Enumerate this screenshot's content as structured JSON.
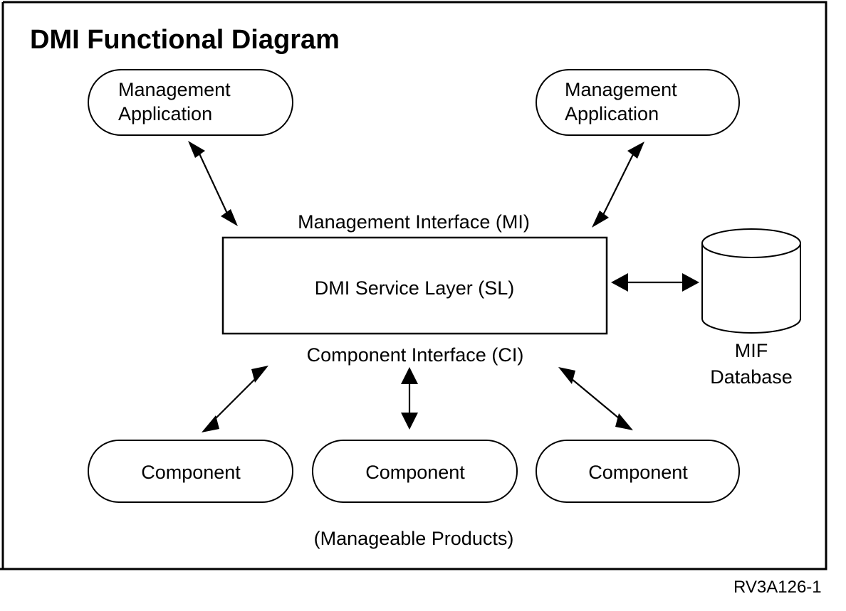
{
  "diagram": {
    "title": "DMI Functional Diagram",
    "figure_id": "RV3A126-1",
    "nodes": {
      "mgmt_app_left_line1": "Management",
      "mgmt_app_left_line2": "Application",
      "mgmt_app_right_line1": "Management",
      "mgmt_app_right_line2": "Application",
      "service_layer": "DMI Service Layer (SL)",
      "mif_db_line1": "MIF",
      "mif_db_line2": "Database",
      "component_1": "Component",
      "component_2": "Component",
      "component_3": "Component"
    },
    "labels": {
      "management_interface": "Management Interface (MI)",
      "component_interface": "Component Interface (CI)",
      "manageable_products": "(Manageable Products)"
    },
    "colors": {
      "stroke": "#000000",
      "fill": "#ffffff",
      "background": "#ffffff"
    }
  }
}
